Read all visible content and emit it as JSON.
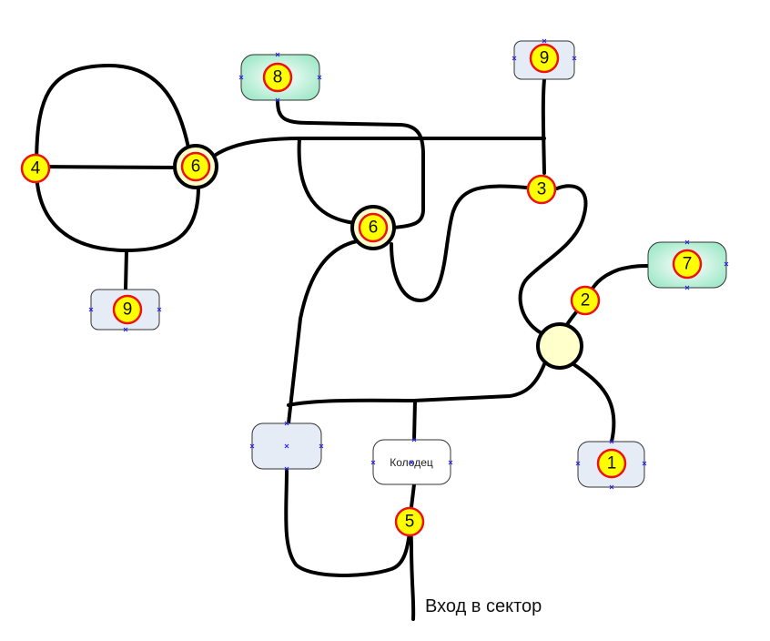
{
  "colors": {
    "badge_fill": "#ffff00",
    "badge_stroke": "#ee1111",
    "green_box": "#b6f0d8",
    "blue_box": "#e6ecf6",
    "hub": "#ffffcc"
  },
  "nodes": {
    "box_top_green": "8",
    "box_top_right": "9",
    "box_left": "9",
    "box_right_green": "7",
    "box_bottom_right": "1",
    "well_box": "Колодец",
    "hub_left": "6",
    "hub_center": "6",
    "junction_left": "4",
    "junction_top": "3",
    "junction_right": "2",
    "junction_bottom": "5"
  },
  "entry_label": "Вход в сектор"
}
